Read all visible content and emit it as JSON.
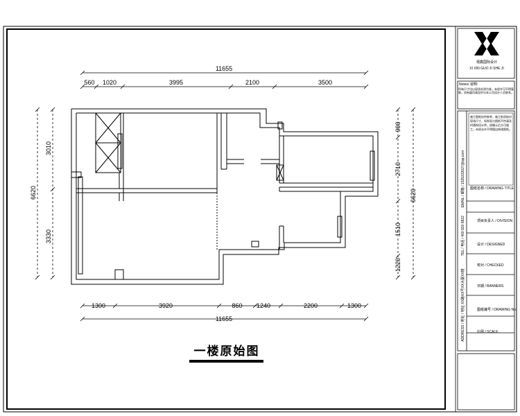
{
  "drawing": {
    "title": "一楼原始图",
    "top_total": "11655",
    "top_dims": [
      "560",
      "1020",
      "3995",
      "2100",
      "3500"
    ],
    "bottom_total": "11655",
    "bottom_dims": [
      "1300",
      "3920",
      "860",
      "1240",
      "2200",
      "1300"
    ],
    "left_total": "6620",
    "left_dims": [
      "3010",
      "3330"
    ],
    "right_total": "6620",
    "right_dims": [
      "900",
      "2710",
      "1510",
      "1220"
    ]
  },
  "title_block": {
    "company_cn": "禧鑫国际设计",
    "company_en": "XI XIN GUO JI SHE JI",
    "notes_title": "Notes/ 说明:",
    "notes_text": "所有尺寸均以现场实测为准，未经许可不得复制，如有疑问请及时与本公司设计人员联系。",
    "contact_email": "EMAIL / 邮箱 / 1535333027@qq.com",
    "contact_tel": "TEL / 电话 / 400 820 8822",
    "address": "ADDRESS / 地址 / 地址 XX路XX号XX大厦XX楼",
    "stamp_text": "施工图纸仅供参考，施工前须核对现场尺寸，如发现与图纸不符请及时通知设计师，经确认后方可施工。未经允许不得擅自修改图纸。",
    "rows": [
      "图纸名称 / DRAWING TITLE",
      "项目负责人 / DIVISION",
      "设计 / DESIGNED",
      "校对 / CHECKED",
      "日期 / BANNERS",
      "图纸编号 / DRAWING No.",
      "比例 / SCALE"
    ]
  }
}
